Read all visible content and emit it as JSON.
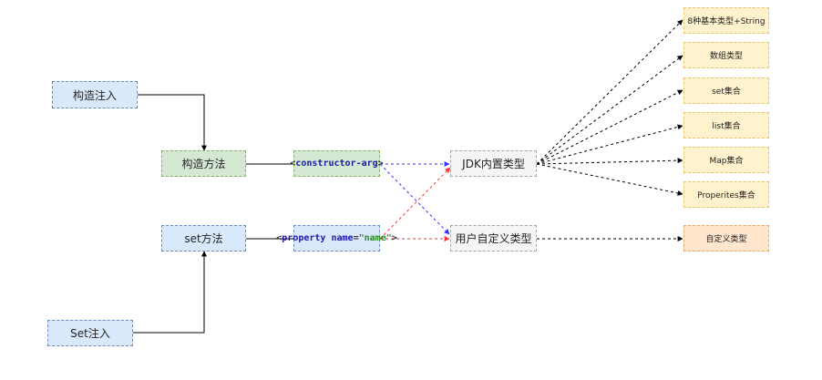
{
  "nodes": {
    "construct_inject": "构造注入",
    "set_inject": "Set注入",
    "construct_method": "构造方法",
    "set_method": "set方法",
    "constructor_arg": {
      "tag": "constructor-arg"
    },
    "property": {
      "tag": "property",
      "attr": "name",
      "value": "\"name\""
    },
    "jdk_types": "JDK内置类型",
    "custom_types": "用户自定义类型",
    "basic_types": "8种基本类型+String",
    "array_type": "数组类型",
    "set_collection": "set集合",
    "list_collection": "list集合",
    "map_collection": "Map集合",
    "properties_collection": "Properites集合",
    "custom_type": "自定义类型"
  },
  "colors": {
    "blue_fill": "#dae8fc",
    "green_fill": "#d5e8d4",
    "gray_fill": "#f5f5f5",
    "yellow_fill": "#fff2cc",
    "orange_fill": "#ffe6cc",
    "blue_arrow": "#3333ff",
    "red_arrow": "#ff3333"
  }
}
